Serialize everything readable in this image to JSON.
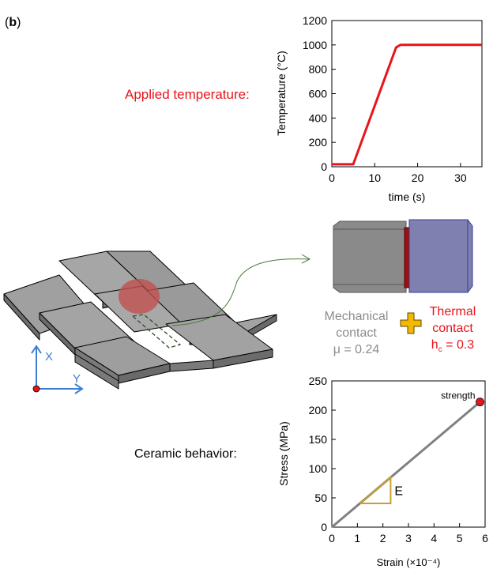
{
  "panel_label": {
    "open": "(",
    "letter": "b",
    "close": ")"
  },
  "labels": {
    "applied_temperature": "Applied temperature:",
    "ceramic_behavior": "Ceramic behavior:"
  },
  "axes_icon": {
    "x_label": "X",
    "y_label": "Y"
  },
  "mechanical_contact": {
    "line1": "Mechanical",
    "line2": "contact",
    "line3": "μ = 0.24"
  },
  "thermal_contact": {
    "line1": "Thermal",
    "line2": "contact",
    "line3_prefix": "h",
    "line3_sub": "c",
    "line3_suffix": " = 0.3"
  },
  "colors": {
    "red": "#e8141b",
    "grey_text": "#8c8c8c",
    "tile": "#9a9a9a",
    "contact_blue": "#7f7fb0",
    "triangle": "#c8a030"
  },
  "chart_data": [
    {
      "type": "line",
      "xlabel": "time (s)",
      "ylabel": "Temperature  (°C)",
      "xlim": [
        0,
        35
      ],
      "ylim": [
        0,
        1200
      ],
      "xticks": [
        "0",
        "10",
        "20",
        "30"
      ],
      "xtick_values": [
        0,
        10,
        20,
        30
      ],
      "yticks": [
        "0",
        "200",
        "400",
        "600",
        "800",
        "1000",
        "1200"
      ],
      "ytick_values": [
        0,
        200,
        400,
        600,
        800,
        1000,
        1200
      ],
      "series": [
        {
          "color": "#e8141b",
          "x": [
            0,
            5,
            15,
            16,
            35
          ],
          "y": [
            20,
            20,
            980,
            1000,
            1000
          ]
        }
      ]
    },
    {
      "type": "line",
      "xlabel": "Strain (×10⁻⁴)",
      "ylabel": "Stress (MPa)",
      "xlim": [
        0,
        6
      ],
      "ylim": [
        0,
        250
      ],
      "xticks": [
        "0",
        "1",
        "2",
        "3",
        "4",
        "5",
        "6"
      ],
      "xtick_values": [
        0,
        1,
        2,
        3,
        4,
        5,
        6
      ],
      "yticks": [
        "0",
        "50",
        "100",
        "150",
        "200",
        "250"
      ],
      "ytick_values": [
        0,
        50,
        100,
        150,
        200,
        250
      ],
      "series": [
        {
          "color": "#808080",
          "x": [
            0,
            5.8
          ],
          "y": [
            0,
            214
          ]
        }
      ],
      "marker": {
        "x": 5.8,
        "y": 214,
        "label": "strength",
        "color": "#e8141b"
      },
      "slope_label": "E"
    }
  ]
}
